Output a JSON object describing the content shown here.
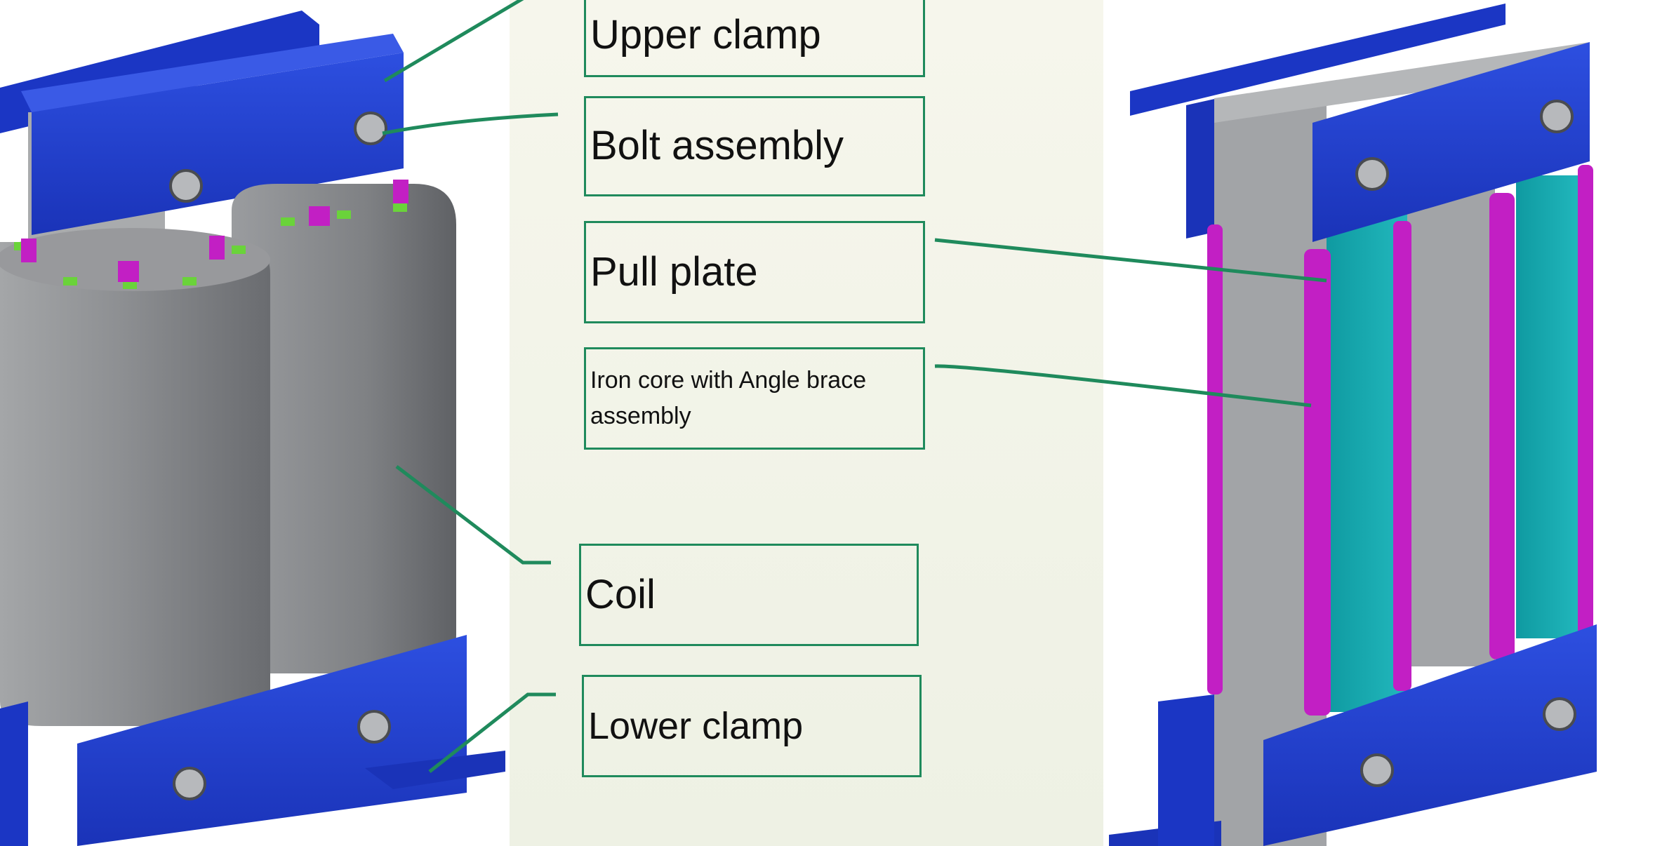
{
  "labels": {
    "upper_clamp": "Upper clamp",
    "bolt_assembly": "Bolt assembly",
    "pull_plate": "Pull plate",
    "iron_core": "Iron core with Angle brace assembly",
    "coil": "Coil",
    "lower_clamp": "Lower clamp"
  },
  "colors": {
    "clamp_blue": "#1f3fd6",
    "coil_gray": "#8e9093",
    "pull_plate_magenta": "#c21fc4",
    "angle_brace_teal": "#17a7ad",
    "leader_green": "#1f8a5c"
  }
}
